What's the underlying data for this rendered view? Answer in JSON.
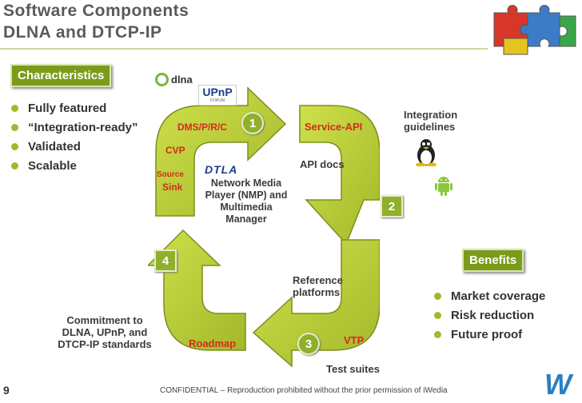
{
  "header": {
    "title_line1": "Software Components",
    "title_line2": "DLNA and DTCP-IP"
  },
  "characteristics": {
    "label": "Characteristics",
    "items": [
      "Fully featured",
      "“Integration-ready”",
      "Validated",
      "Scalable"
    ]
  },
  "benefits": {
    "label": "Benefits",
    "items": [
      "Market coverage",
      "Risk reduction",
      "Future proof"
    ]
  },
  "logos": {
    "dlna": "dlna",
    "upnp": "UPnP",
    "upnp_sub": "FORUM",
    "dtla": "DTLA"
  },
  "diagram": {
    "dms": "DMS/P/R/C",
    "cvp": "CVP",
    "source": "Source",
    "sink": "Sink",
    "nmp": "Network Media Player (NMP) and Multimedia Manager",
    "service_api": "Service-API",
    "integration": "Integration guidelines",
    "api_docs": "API docs",
    "reference": "Reference platforms",
    "vtp": "VTP",
    "test_suites": "Test suites",
    "roadmap": "Roadmap",
    "commitment": "Commitment to DLNA, UPnP, and DTCP-IP standards",
    "steps": [
      "1",
      "2",
      "3",
      "4"
    ]
  },
  "footer": {
    "page_number": "9",
    "confidential": "CONFIDENTIAL – Reproduction prohibited without the prior permission of iWedia",
    "brand": "W"
  },
  "colors": {
    "arrow_fill": "#b5c935",
    "arrow_edge": "#7d8e1f",
    "accent": "#7a9c1a",
    "label_red": "#d42a1e"
  },
  "icons": [
    "puzzle-icon",
    "linux-tux-icon",
    "android-icon",
    "iwedia-logo-icon"
  ]
}
